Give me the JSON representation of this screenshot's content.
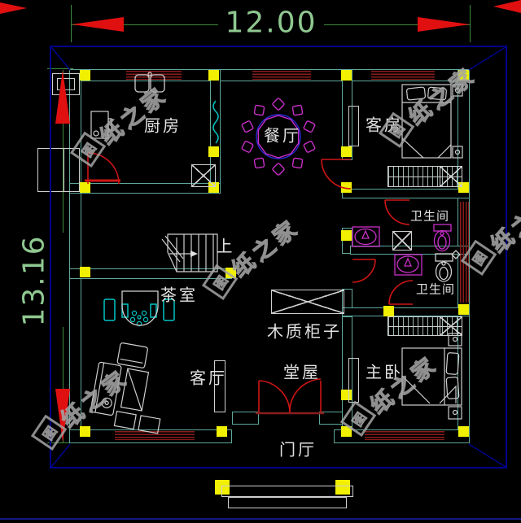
{
  "dimensions": {
    "top_width": "12.00",
    "left_height": "13.16"
  },
  "rooms": {
    "kitchen": "厨房",
    "dining": "餐厅",
    "guest": "客房",
    "bath_upper": "卫生间",
    "bath_lower": "卫生间",
    "tea_room": "茶室",
    "living": "客厅",
    "hall": "堂屋",
    "wood_cabinet": "木质柜子",
    "master": "主卧",
    "foyer": "门厅",
    "stairs_up": "上"
  },
  "watermark": {
    "logo": "图",
    "text": "纸之家",
    "full": "图纸之家"
  },
  "colors": {
    "background": "#000000",
    "wall": "#5fa89a",
    "roof_outline": "#00008b",
    "column": "#f0f000",
    "door": "#d01515",
    "window_hatch": "#8b1c1c",
    "dimension_green": "#8fc890",
    "fixture_magenta": "#c92fc9",
    "table_blue": "#2a2ad0",
    "furniture_white": "#cfcfcf",
    "accent_cyan": "#00c5c5"
  }
}
